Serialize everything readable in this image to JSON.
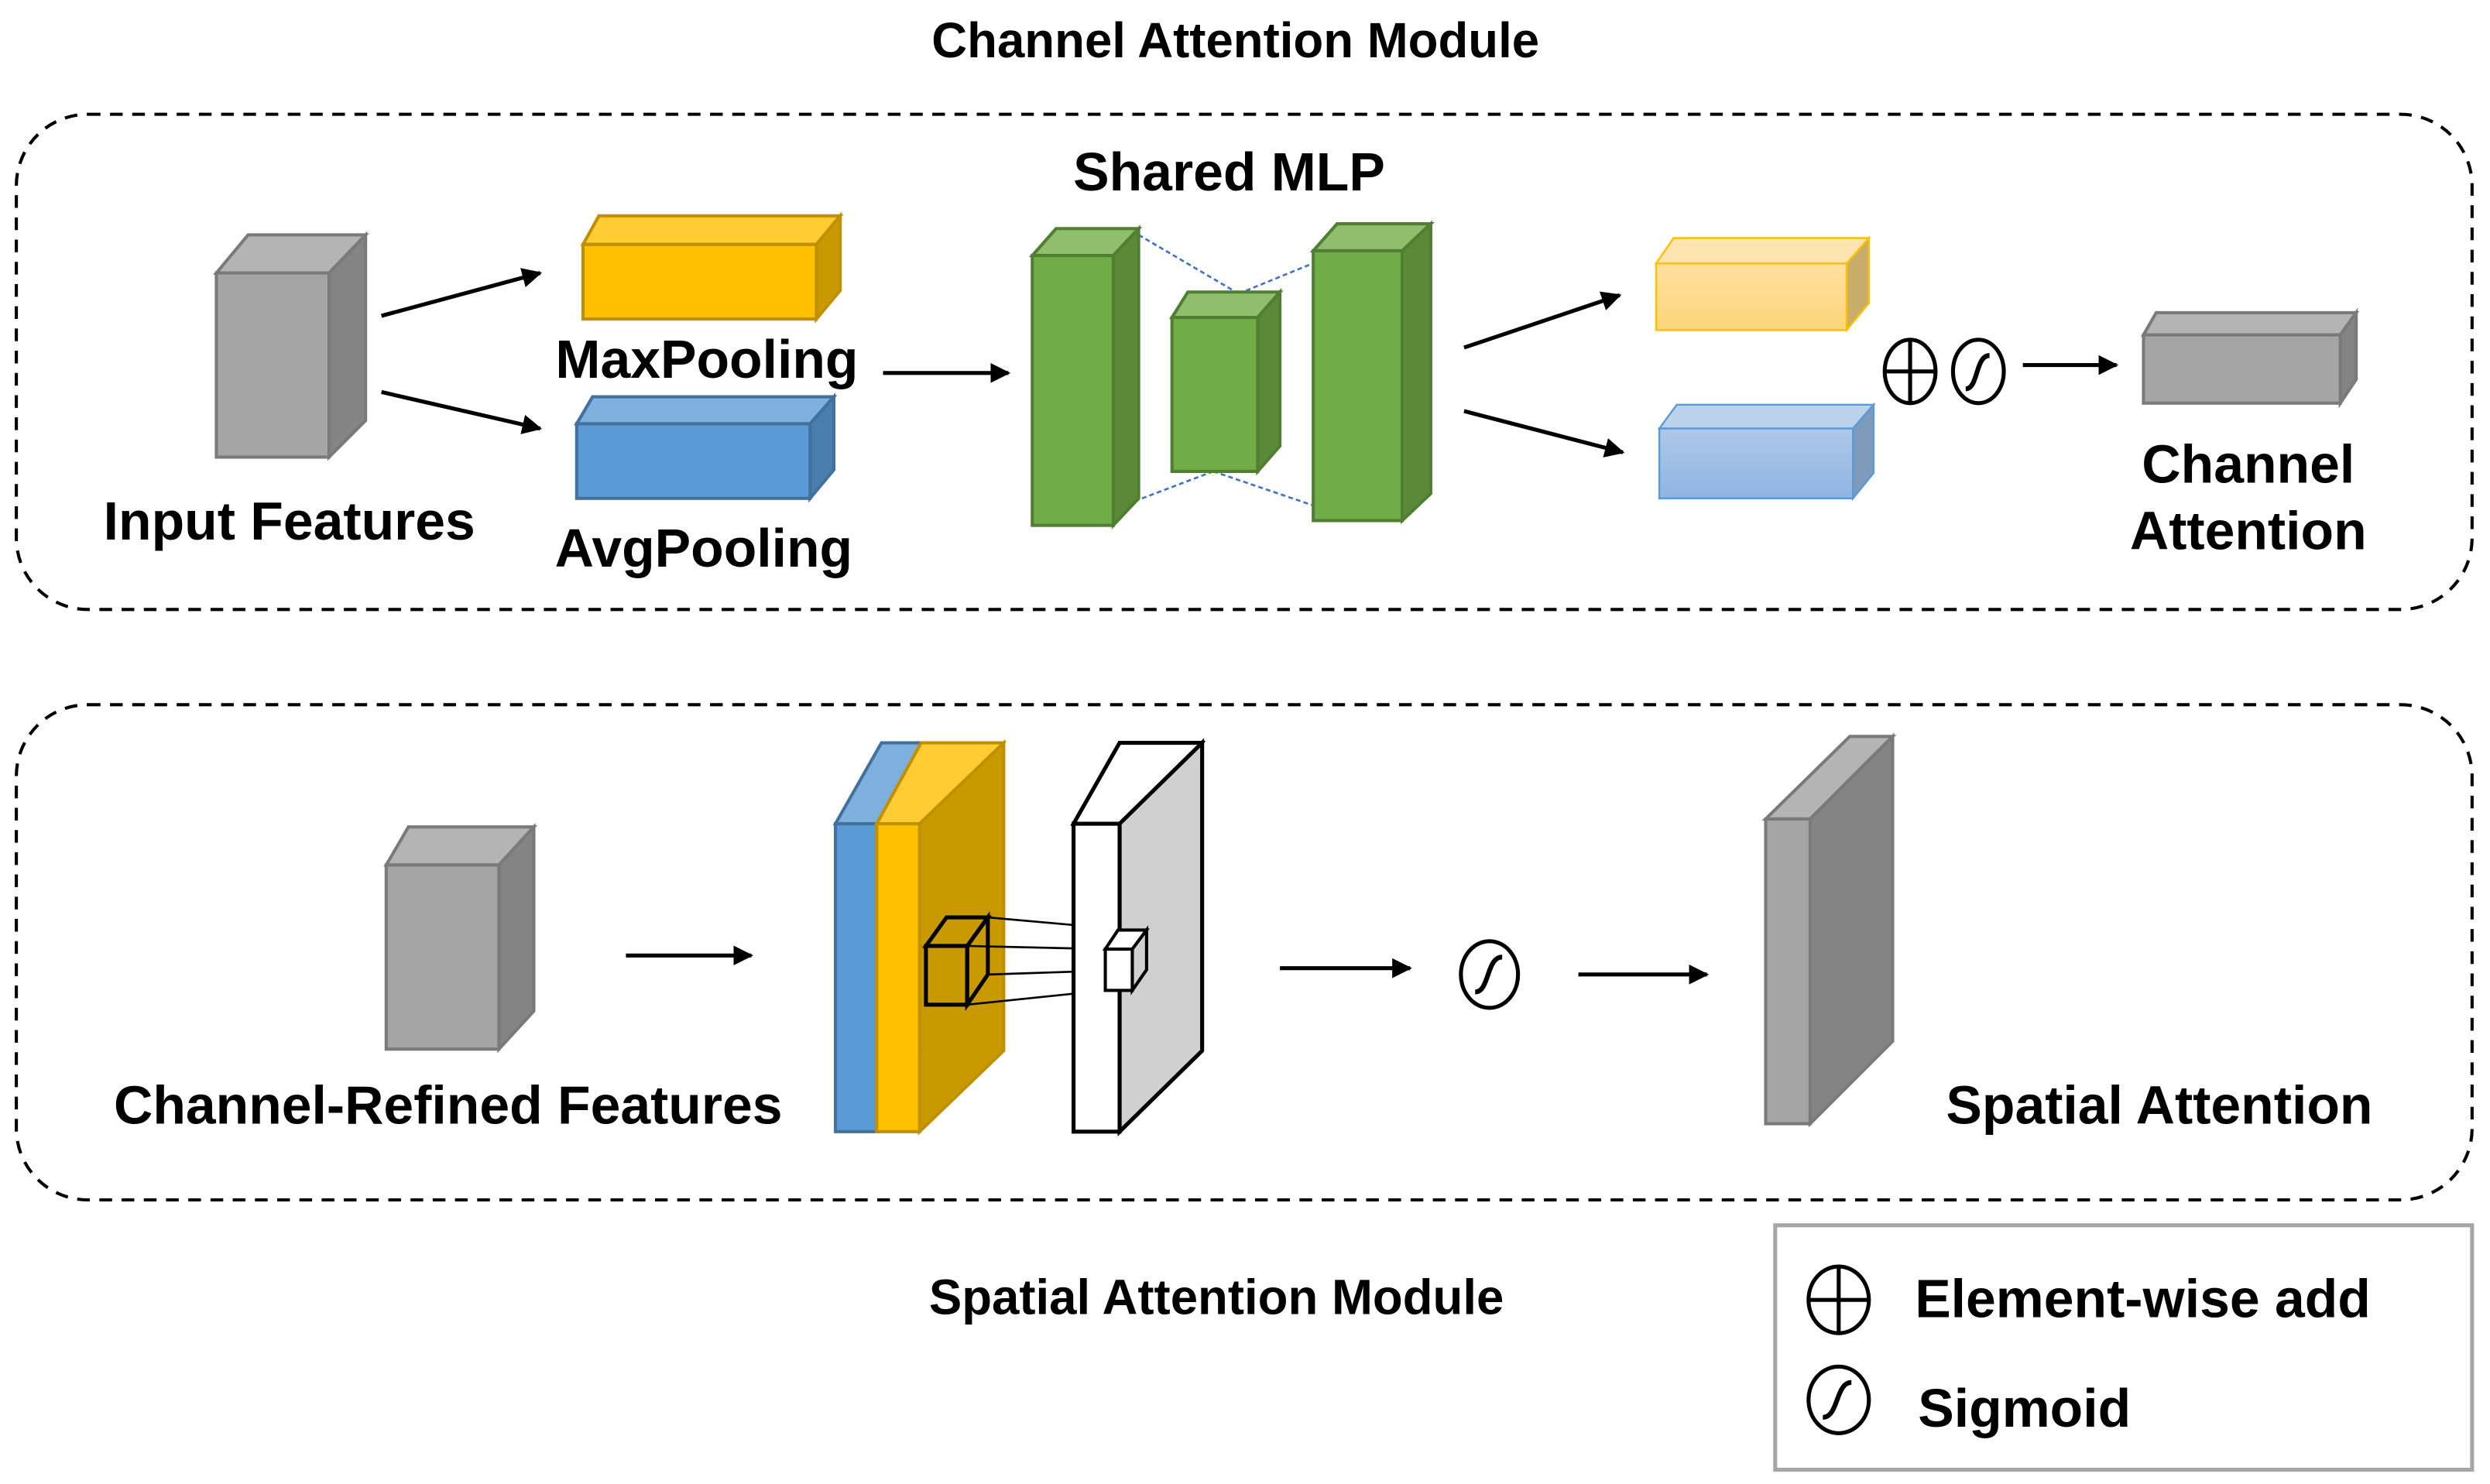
{
  "channel_module": {
    "title": "Channel Attention Module",
    "input_label": "Input Features",
    "maxpool_label": "MaxPooling",
    "avgpool_label": "AvgPooling",
    "mlp_label": "Shared MLP",
    "output_label_line1": "Channel",
    "output_label_line2": "Attention"
  },
  "spatial_module": {
    "title": "Spatial Attention Module",
    "input_label": "Channel-Refined Features",
    "output_label": "Spatial Attention"
  },
  "legend": {
    "items": [
      {
        "icon": "element-wise-add-icon",
        "label": "Element-wise add"
      },
      {
        "icon": "sigmoid-icon",
        "label": "Sigmoid"
      }
    ]
  },
  "colors": {
    "gray_front": "#a5a5a5",
    "gray_top": "#b4b4b4",
    "gray_side": "#848484",
    "gray_stroke": "#7a7a7a",
    "yellow_front": "#ffc000",
    "yellow_top": "#ffcd33",
    "yellow_side": "#c99a00",
    "yellow_stroke": "#bf9000",
    "blue_front": "#5b9bd5",
    "blue_top": "#7eb0de",
    "blue_side": "#4a7eaf",
    "blue_stroke": "#41719c",
    "green_front": "#70ad47",
    "green_top": "#8fbe6c",
    "green_side": "#5a8a38",
    "green_stroke": "#507e32",
    "lightyellow_front": "#fed98a",
    "lightyellow_top": "#fee5b0",
    "lightyellow_side": "#c9ad6a",
    "lightblue_front": "#9fc0e6",
    "lightblue_top": "#bcd3ec",
    "lightblue_side": "#7f9bbc",
    "mlp_dash": "#4472c4",
    "legend_border": "#a6a6a6"
  }
}
